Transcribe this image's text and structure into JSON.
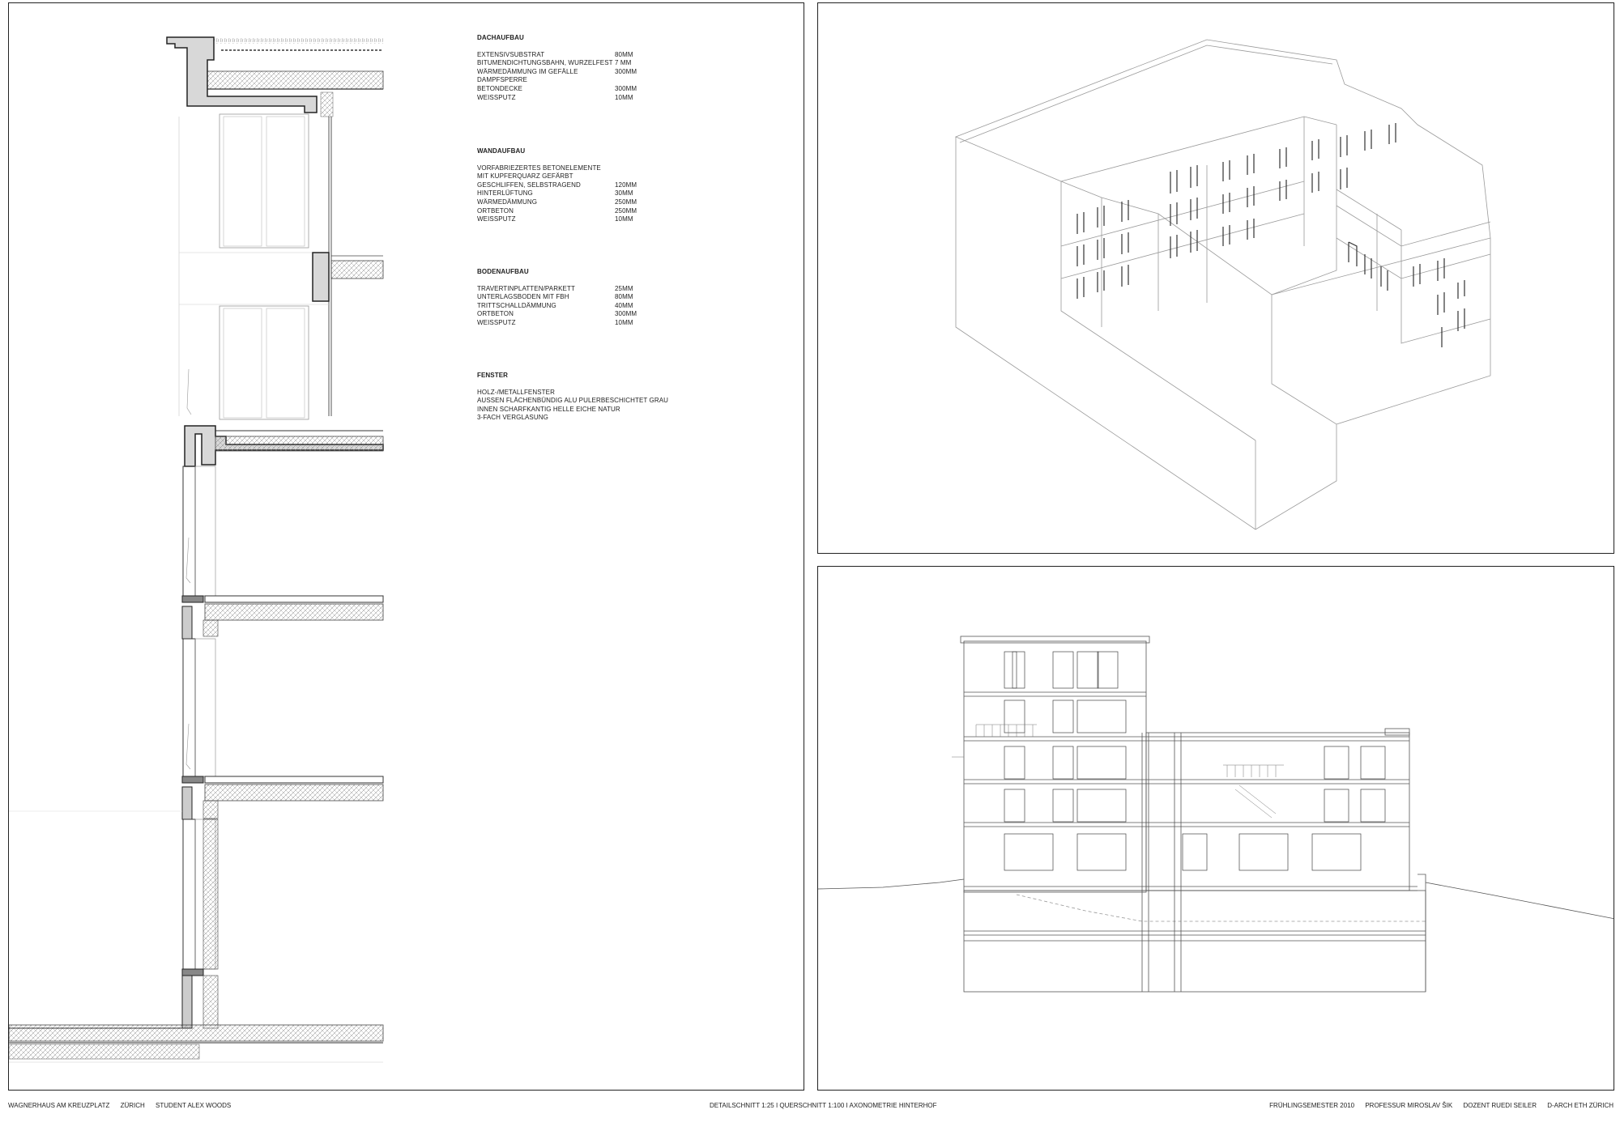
{
  "specs": {
    "dach": {
      "title": "DACHAUFBAU",
      "rows": [
        {
          "item": "EXTENSIVSUBSTRAT",
          "value": "80MM"
        },
        {
          "item": "BITUMENDICHTUNGSBAHN, WURZELFEST",
          "value": "7 MM"
        },
        {
          "item": "WÄRMEDÄMMUNG IM GEFÄLLE",
          "value": "300MM"
        },
        {
          "item": "DAMPFSPERRE",
          "value": ""
        },
        {
          "item": "BETONDECKE",
          "value": "300MM"
        },
        {
          "item": "WEISSPUTZ",
          "value": "10MM"
        }
      ]
    },
    "wand": {
      "title": "WANDAUFBAU",
      "rows": [
        {
          "item": "VORFABRIEZERTES BETONELEMENTE",
          "value": ""
        },
        {
          "item": "MIT KUPFERQUARZ GEFÄRBT",
          "value": ""
        },
        {
          "item": "GESCHLIFFEN, SELBSTRAGEND",
          "value": "120MM"
        },
        {
          "item": "HINTERLÜFTUNG",
          "value": "30MM"
        },
        {
          "item": "WÄRMEDÄMMUNG",
          "value": "250MM"
        },
        {
          "item": "ORTBETON",
          "value": "250MM"
        },
        {
          "item": "WEISSPUTZ",
          "value": "10MM"
        }
      ]
    },
    "boden": {
      "title": "BODENAUFBAU",
      "rows": [
        {
          "item": "TRAVERTINPLATTEN/PARKETT",
          "value": "25MM"
        },
        {
          "item": "UNTERLAGSBODEN MIT FBH",
          "value": "80MM"
        },
        {
          "item": "TRITTSCHALLDÄMMUNG",
          "value": "40MM"
        },
        {
          "item": "ORTBETON",
          "value": "300MM"
        },
        {
          "item": "WEISSPUTZ",
          "value": "10MM"
        }
      ]
    },
    "fenster": {
      "title": "FENSTER",
      "rows": [
        {
          "item": "HOLZ-/METALLFENSTER",
          "value": ""
        },
        {
          "item": "AUSSEN FLÄCHENBÜNDIG ALU PULERBESCHICHTET GRAU",
          "value": ""
        },
        {
          "item": "INNEN SCHARFKANTIG HELLE EICHE NATUR",
          "value": ""
        },
        {
          "item": "3-FACH VERGLASUNG",
          "value": ""
        }
      ]
    }
  },
  "footer": {
    "project": "WAGNERHAUS AM KREUZPLATZ",
    "city": "ZÜRICH",
    "student": "STUDENT ALEX WOODS",
    "drawings": "DETAILSCHNITT 1:25 I QUERSCHNITT 1:100 I AXONOMETRIE HINTERHOF",
    "semester": "FRÜHLINGSEMESTER 2010",
    "professor": "PROFESSUR MIROSLAV ŠIK",
    "dozent": "DOZENT RUEDI SEILER",
    "institution": "D-ARCH ETH ZÜRICH"
  }
}
